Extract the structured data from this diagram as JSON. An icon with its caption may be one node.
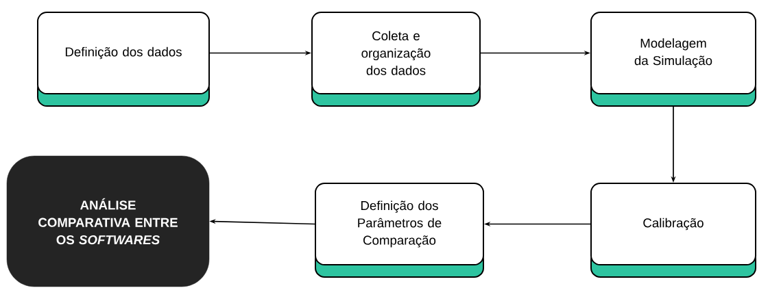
{
  "diagram": {
    "nodes": [
      {
        "text": [
          "Definição dos dados"
        ]
      },
      {
        "text": [
          "Coleta e organização dos dados"
        ]
      },
      {
        "text": [
          "Modelagem da Simulação"
        ]
      },
      {
        "text": [
          "Calibração"
        ]
      },
      {
        "text": [
          "Definição dos Parâmetros de Comparação"
        ]
      },
      {
        "text": [
          "ANÁLISE COMPARATIVA ENTRE OS *SOFTWARES*"
        ]
      }
    ],
    "edges": [
      {
        "from": 0,
        "to": 1,
        "arrow": "to"
      },
      {
        "from": 1,
        "to": 2,
        "arrow": "to"
      },
      {
        "from": 2,
        "to": 3,
        "arrow": "to"
      },
      {
        "from": 3,
        "to": 4,
        "arrow": "to"
      },
      {
        "from": 4,
        "to": 5,
        "arrow": "to"
      }
    ]
  }
}
